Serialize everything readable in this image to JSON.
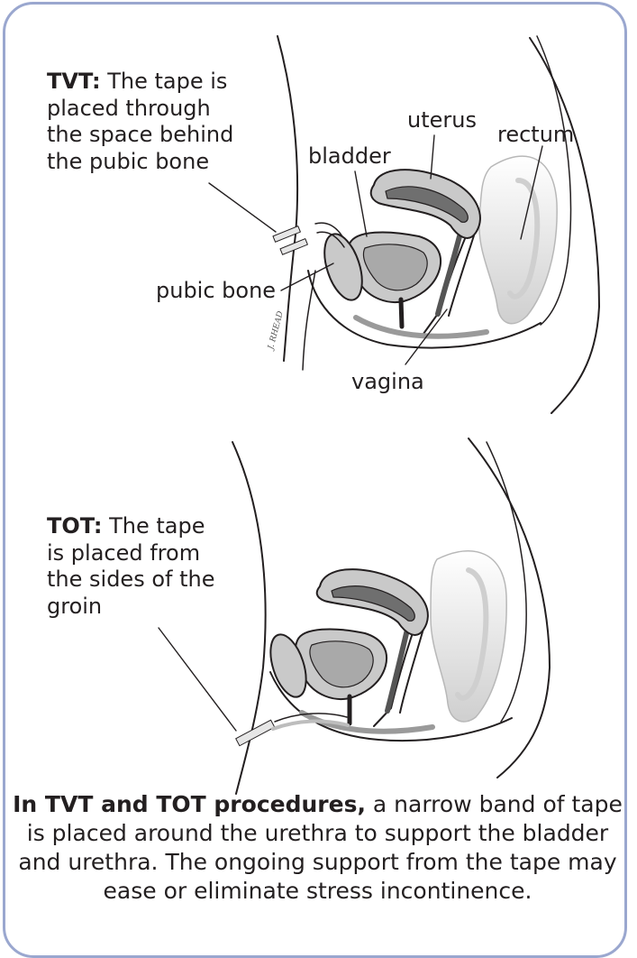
{
  "top_panel": {
    "procedure_title": "TVT:",
    "procedure_text": "The tape is placed through the space behind the pubic bone",
    "labels": {
      "uterus": "uterus",
      "rectum": "rectum",
      "bladder": "bladder",
      "pubic_bone": "pubic bone",
      "vagina": "vagina"
    },
    "signature": "J. RHEAD"
  },
  "bottom_panel": {
    "procedure_title": "TOT:",
    "procedure_text": "The tape is placed from the sides of the groin"
  },
  "caption": {
    "lead": "In TVT and TOT procedures,",
    "body": "a narrow band of tape is placed around the urethra to support the bladder and urethra. The ongoing support from the tape may ease or eliminate stress incontinence."
  },
  "colors": {
    "border": "#9aa7cf",
    "organ_light": "#c9c9c9",
    "organ_mid": "#a9a9a9",
    "organ_dark": "#6f6f6f",
    "outline": "#231f20"
  }
}
